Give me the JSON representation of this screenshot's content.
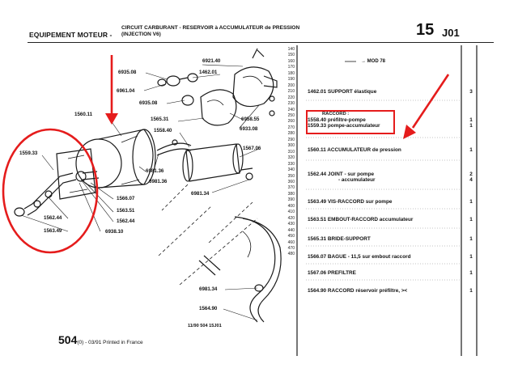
{
  "header": {
    "section": "EQUIPEMENT MOTEUR -",
    "subtitle_line1": "CIRCUIT CARBURANT - RESERVOIR à ACCUMULATEUR de PRESSION",
    "subtitle_line2": "(INJECTION V6)",
    "page_number": "15",
    "page_code": "J01"
  },
  "diagram_labels": [
    {
      "key": "p6921",
      "text": "6921.40"
    },
    {
      "key": "p6935a",
      "text": "6935.08"
    },
    {
      "key": "p1462",
      "text": "1462.01"
    },
    {
      "key": "p6961",
      "text": "6961.04"
    },
    {
      "key": "p6935b",
      "text": "6935.08"
    },
    {
      "key": "p1560",
      "text": "1560.11"
    },
    {
      "key": "p1565",
      "text": "1565.31"
    },
    {
      "key": "p6958",
      "text": "6958.55"
    },
    {
      "key": "p1558",
      "text": "1558.40"
    },
    {
      "key": "p6933",
      "text": "6933.08"
    },
    {
      "key": "p1567",
      "text": "1567.06"
    },
    {
      "key": "p1559",
      "text": "1559.33"
    },
    {
      "key": "p6981a",
      "text": "6981.36"
    },
    {
      "key": "p6981b",
      "text": "6981.36"
    },
    {
      "key": "p1566",
      "text": "1566.07"
    },
    {
      "key": "p1563",
      "text": "1563.51"
    },
    {
      "key": "p1562a",
      "text": "1562.44"
    },
    {
      "key": "p1562b",
      "text": "1562.44"
    },
    {
      "key": "p6981c",
      "text": "6981.34"
    },
    {
      "key": "p1563b",
      "text": "1563.49"
    },
    {
      "key": "p6938",
      "text": "6938.10"
    },
    {
      "key": "p6981d",
      "text": "6981.34"
    },
    {
      "key": "p1564",
      "text": "1564.90"
    },
    {
      "key": "p_ref",
      "text": "11/90  504  15J01"
    }
  ],
  "ruler": [
    "140",
    "150",
    "160",
    "170",
    "180",
    "190",
    "200",
    "210",
    "220",
    "230",
    "240",
    "250",
    "260",
    "270",
    "280",
    "290",
    "300",
    "310",
    "320",
    "330",
    "340",
    "350",
    "360",
    "370",
    "380",
    "390",
    "400",
    "410",
    "420",
    "430",
    "440",
    "450",
    "460",
    "470",
    "480"
  ],
  "list_header": "→ MOD 78",
  "parts": [
    {
      "code": "1462.01",
      "desc": "SUPPORT élastique",
      "qty": "3"
    },
    {
      "code": "",
      "desc": "RACCORD :",
      "qty": ""
    },
    {
      "code": "1558.40",
      "desc": "préfiltre-pompe",
      "qty": "1"
    },
    {
      "code": "1559.33",
      "desc": "pompe-accumulateur",
      "qty": "1"
    },
    {
      "code": "1560.11",
      "desc": "ACCUMULATEUR de pression",
      "qty": "1"
    },
    {
      "code": "1562.44",
      "desc": "JOINT - sur pompe",
      "qty": "2"
    },
    {
      "code": "",
      "desc": "- accumulateur",
      "qty": "4"
    },
    {
      "code": "1563.49",
      "desc": "VIS-RACCORD sur pompe",
      "qty": "1"
    },
    {
      "code": "1563.51",
      "desc": "EMBOUT-RACCORD accumulateur",
      "qty": "1"
    },
    {
      "code": "1565.31",
      "desc": "BRIDE-SUPPORT",
      "qty": "1"
    },
    {
      "code": "1566.07",
      "desc": "BAGUE - 11,5 sur embout raccord",
      "qty": "1"
    },
    {
      "code": "1567.06",
      "desc": "PREFILTRE",
      "qty": "1"
    },
    {
      "code": "1564.90",
      "desc": "RACCORD réservoir préfiltre,",
      "qty": "1"
    }
  ],
  "footer": {
    "page": "504",
    "suffix": "(0) - 03/91 Printed in France"
  },
  "colors": {
    "annotation": "#e51c1c",
    "ink": "#111111"
  }
}
